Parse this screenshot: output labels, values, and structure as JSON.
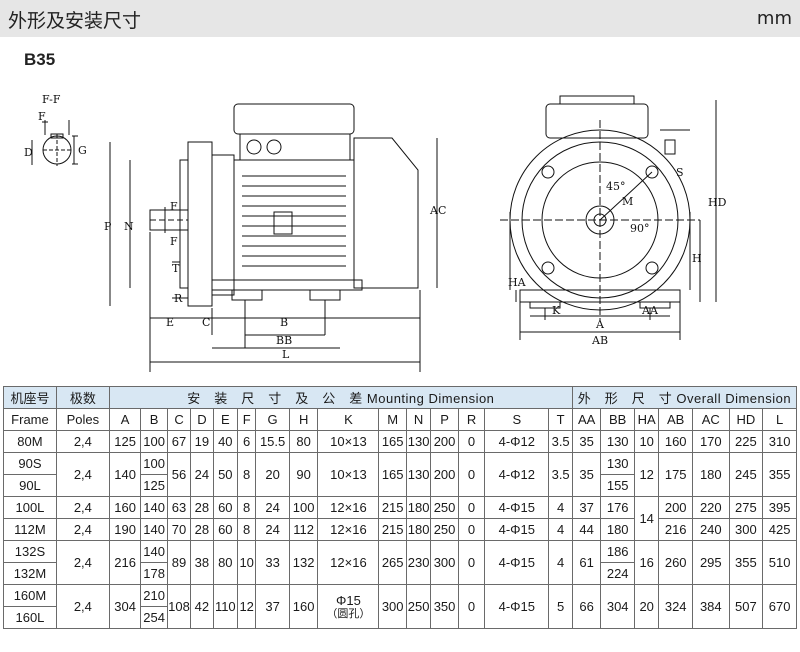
{
  "header": {
    "title": "外形及安装尺寸",
    "unit": "mm"
  },
  "model": "B35",
  "drawing": {
    "section_label": "F-F",
    "labels": {
      "F": "F",
      "G": "G",
      "D": "D",
      "P": "P",
      "N": "N",
      "T": "T",
      "R": "R",
      "E": "E",
      "C": "C",
      "B": "B",
      "BB": "BB",
      "L": "L",
      "AC": "AC",
      "S": "S",
      "angle45": "45°",
      "angle90": "90°",
      "M": "M",
      "HD": "HD",
      "H": "H",
      "HA": "HA",
      "K": "K",
      "A": "A",
      "AA": "AA",
      "AB": "AB"
    }
  },
  "table": {
    "frame_cn": "机座号",
    "frame_en": "Frame",
    "poles_cn": "极数",
    "poles_en": "Poles",
    "mounting_title": "安　装　尺　寸　及　公　差 Mounting Dimension",
    "overall_title": "外　形　尺　寸 Overall Dimension",
    "mounting_cols": [
      "A",
      "B",
      "C",
      "D",
      "E",
      "F",
      "G",
      "H",
      "K",
      "M",
      "N",
      "P",
      "R",
      "S",
      "T"
    ],
    "overall_cols": [
      "AA",
      "BB",
      "HA",
      "AB",
      "AC",
      "HD",
      "L"
    ],
    "rows": [
      {
        "frame": "80M",
        "poles": "2,4",
        "A": "125",
        "B": "100",
        "C": "67",
        "D": "19",
        "E": "40",
        "F": "6",
        "G": "15.5",
        "H": "80",
        "K": "10×13",
        "M": "165",
        "N": "130",
        "P": "200",
        "R": "0",
        "S": "4-Φ12",
        "T": "3.5",
        "AA": "35",
        "BB": "130",
        "HA": "10",
        "AB": "160",
        "AC": "170",
        "HD": "225",
        "L": "310"
      },
      {
        "frame": "90S",
        "frame2": "90L",
        "poles": "2,4",
        "A": "140",
        "B": "100",
        "B2": "125",
        "C": "56",
        "D": "24",
        "E": "50",
        "F": "8",
        "G": "20",
        "H": "90",
        "K": "10×13",
        "M": "165",
        "N": "130",
        "P": "200",
        "R": "0",
        "S": "4-Φ12",
        "T": "3.5",
        "AA": "35",
        "BB": "130",
        "BB2": "155",
        "HA": "12",
        "AB": "175",
        "AC": "180",
        "HD": "245",
        "L": "355"
      },
      {
        "frame": "100L",
        "poles": "2,4",
        "A": "160",
        "B": "140",
        "C": "63",
        "D": "28",
        "E": "60",
        "F": "8",
        "G": "24",
        "H": "100",
        "K": "12×16",
        "M": "215",
        "N": "180",
        "P": "250",
        "R": "0",
        "S": "4-Φ15",
        "T": "4",
        "AA": "37",
        "BB": "176",
        "HA": "14",
        "AB": "200",
        "AC": "220",
        "HD": "275",
        "L": "395"
      },
      {
        "frame": "112M",
        "poles": "2,4",
        "A": "190",
        "B": "140",
        "C": "70",
        "D": "28",
        "E": "60",
        "F": "8",
        "G": "24",
        "H": "112",
        "K": "12×16",
        "M": "215",
        "N": "180",
        "P": "250",
        "R": "0",
        "S": "4-Φ15",
        "T": "4",
        "AA": "44",
        "BB": "180",
        "AB": "216",
        "AC": "240",
        "HD": "300",
        "L": "425"
      },
      {
        "frame": "132S",
        "frame2": "132M",
        "poles": "2,4",
        "A": "216",
        "B": "140",
        "B2": "178",
        "C": "89",
        "D": "38",
        "E": "80",
        "F": "10",
        "G": "33",
        "H": "132",
        "K": "12×16",
        "M": "265",
        "N": "230",
        "P": "300",
        "R": "0",
        "S": "4-Φ15",
        "T": "4",
        "AA": "61",
        "BB": "186",
        "BB2": "224",
        "HA": "16",
        "AB": "260",
        "AC": "295",
        "HD": "355",
        "L": "510"
      },
      {
        "frame": "160M",
        "frame2": "160L",
        "poles": "2,4",
        "A": "304",
        "B": "210",
        "B2": "254",
        "C": "108",
        "D": "42",
        "E": "110",
        "F": "12",
        "G": "37",
        "H": "160",
        "K": "Φ15",
        "K_note": "（圆孔）",
        "M": "300",
        "N": "250",
        "P": "350",
        "R": "0",
        "S": "4-Φ15",
        "T": "5",
        "AA": "66",
        "BB": "304",
        "HA": "20",
        "AB": "324",
        "AC": "384",
        "HD": "507",
        "L": "670"
      }
    ]
  }
}
